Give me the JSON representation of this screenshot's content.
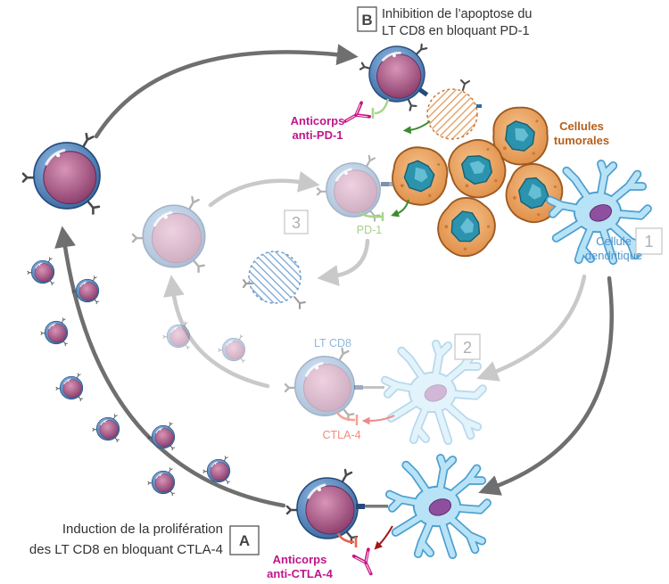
{
  "panel_b": {
    "letter": "B",
    "line1": "Inhibition de l’apoptose du",
    "line2": "LT CD8 en bloquant PD-1"
  },
  "panel_a": {
    "letter": "A",
    "line1": "Induction de la prolifération",
    "line2": "des LT CD8 en bloquant CTLA-4"
  },
  "steps": {
    "one": "1",
    "two": "2",
    "three": "3"
  },
  "labels": {
    "anti_pd1": [
      "Anticorps",
      "anti-PD-1"
    ],
    "tumor_cells": [
      "Cellules",
      "tumorales"
    ],
    "pd1": "PD-1",
    "dendritic_cell": [
      "Cellule",
      "dendritique"
    ],
    "lt_cd8": "LT CD8",
    "ctla4": "CTLA-4",
    "anti_ctla4": [
      "Anticorps",
      "anti-CTLA-4"
    ]
  },
  "colors": {
    "t_cell_membrane": "#3a6fb0",
    "t_cell_nucleus": "#8a3c6a",
    "tumor_cell": "#e9a15d",
    "tumor_nucleus": "#2b93ad",
    "dendritic_cell": "#b8e3f6",
    "antibody": "#c71585",
    "pd1": "#a8d48c",
    "ctla4": "#e8664f",
    "arrow_dark": "#6f6f6f",
    "arrow_light": "#c9c9c9"
  }
}
